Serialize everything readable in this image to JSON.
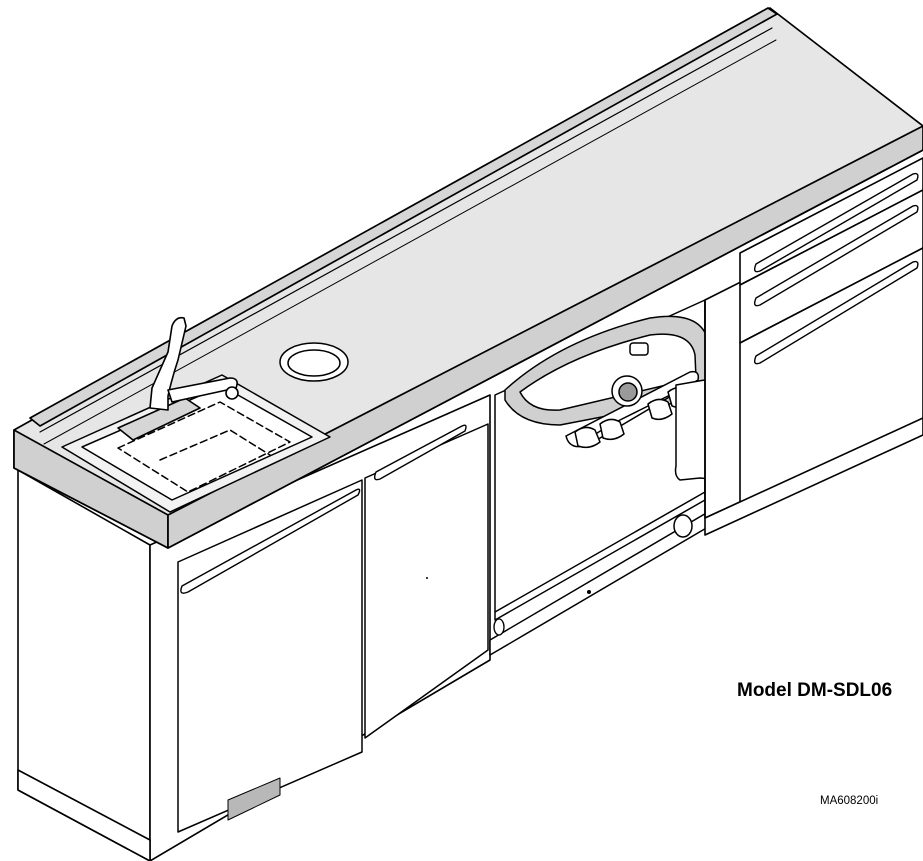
{
  "labels": {
    "model": "Model DM-SDL06",
    "figure_code": "MA608200i"
  },
  "drawing": {
    "subject": "dental cabinetry with sink, faucet, countertop, drawers and delivery unit",
    "line_color": "#000000",
    "countertop_fill": "#e6e6e6",
    "cabinet_fill": "#ffffff",
    "shadow_fill": "#b8b8b8"
  }
}
